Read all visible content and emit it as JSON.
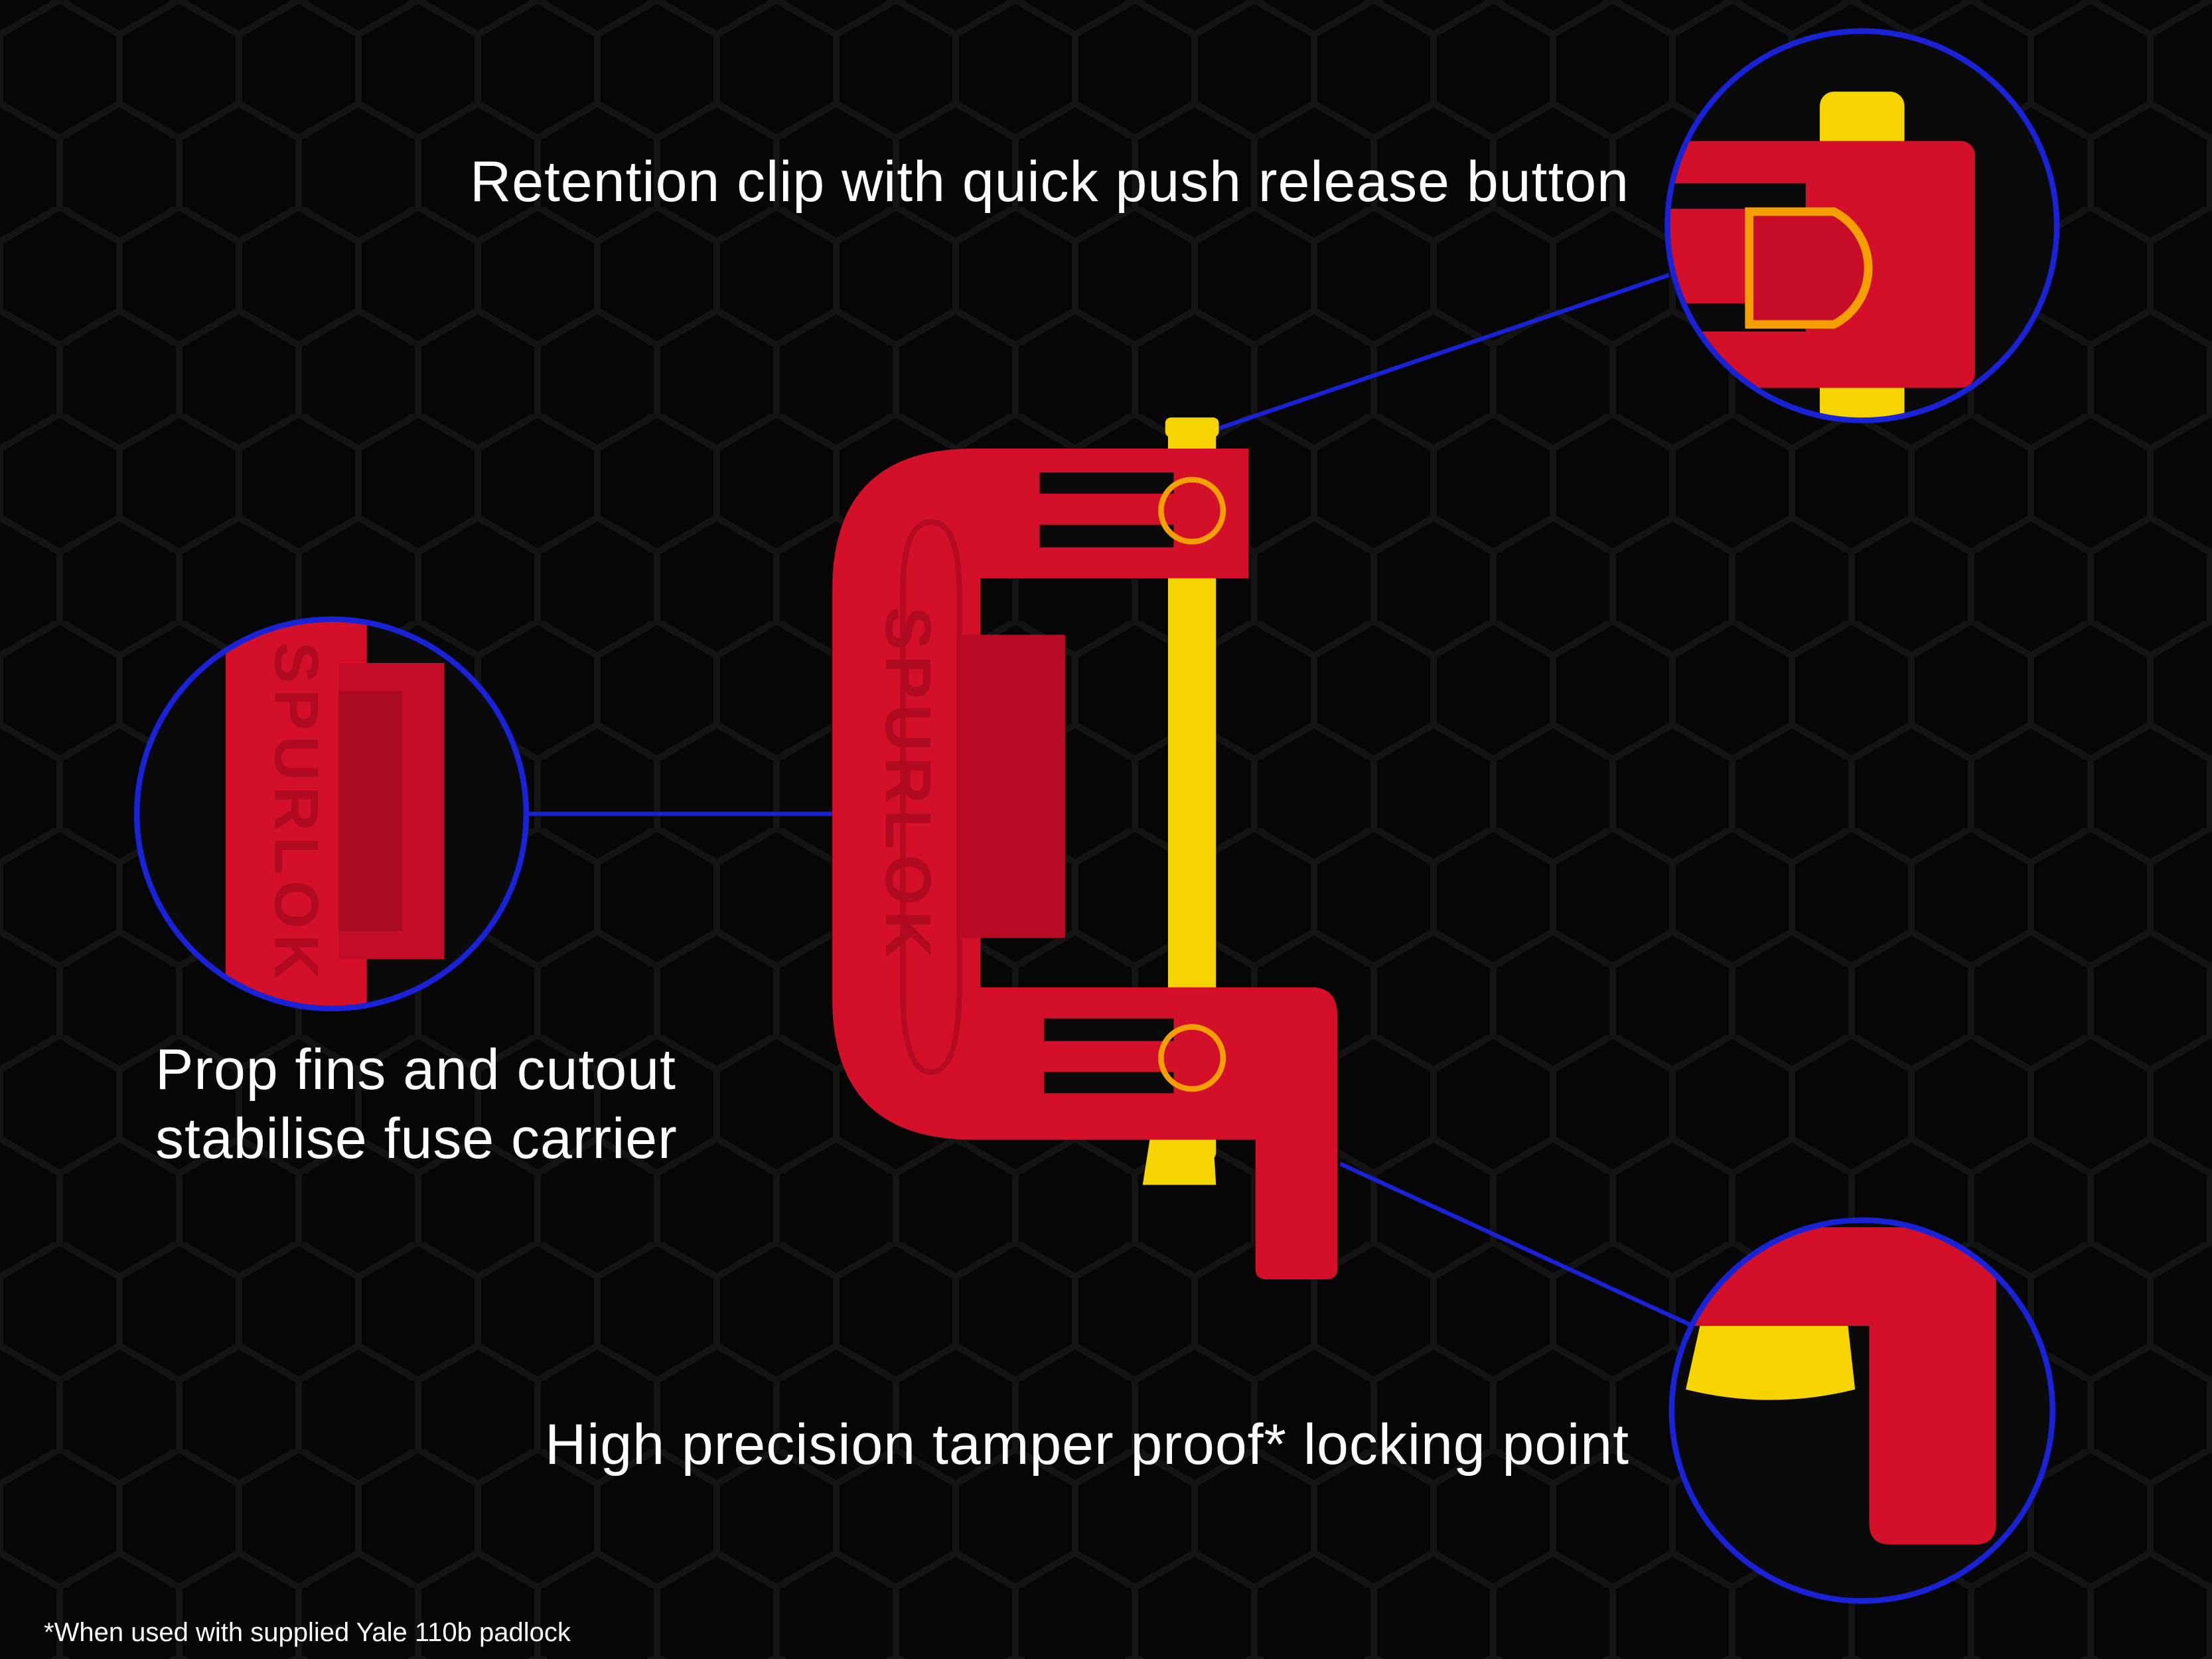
{
  "callouts": {
    "retention_clip": "Retention clip with quick push release button",
    "prop_fins_line1": "Prop fins and cutout",
    "prop_fins_line2": "stabilise fuse carrier",
    "locking_point": "High precision tamper proof* locking point"
  },
  "footnote": "*When used with supplied Yale 110b padlock",
  "product": {
    "logo_text": "SPURLOK"
  },
  "colors": {
    "background": "#060606",
    "accent_line": "#1a22d8",
    "product_red": "#d40f2a",
    "pin_yellow": "#f5d400"
  }
}
